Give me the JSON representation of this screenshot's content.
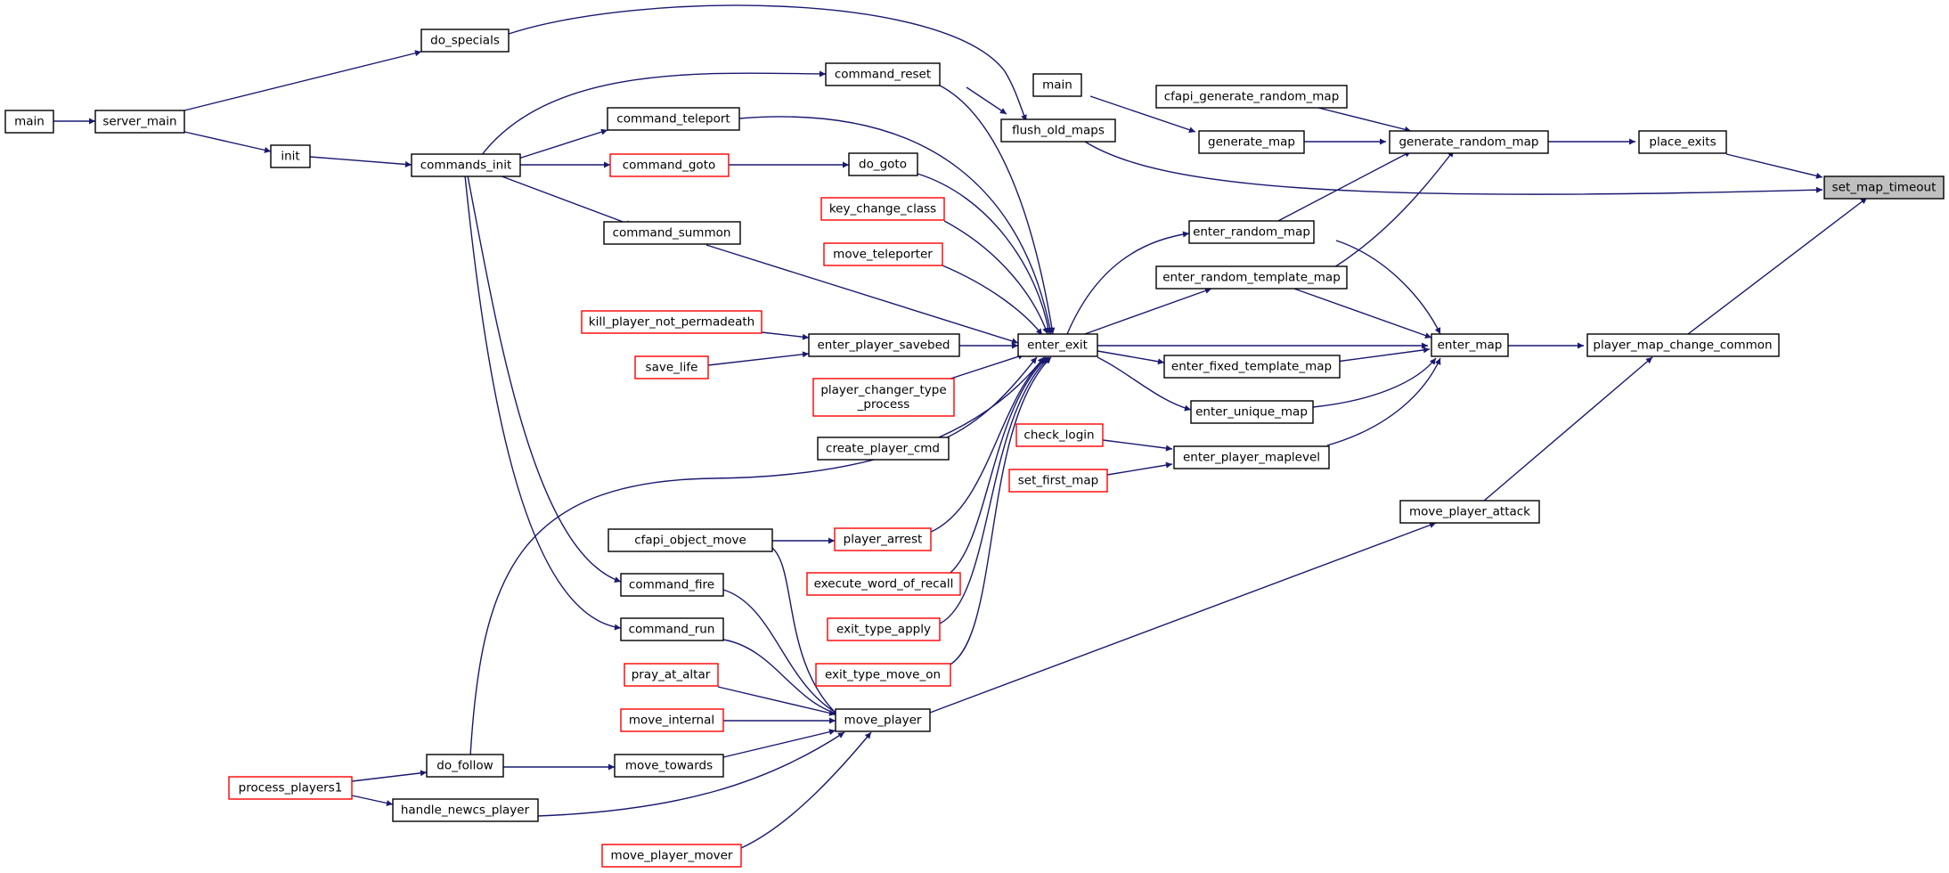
{
  "colors": {
    "edge": "#191970",
    "node_border": "#000000",
    "node_border_truncated": "#ff0000",
    "focus_fill": "#bfbfbf"
  },
  "nodes": {
    "main_a": "main",
    "server_main": "server_main",
    "do_specials": "do_specials",
    "init": "init",
    "commands_init": "commands_init",
    "command_reset": "command_reset",
    "command_teleport": "command_teleport",
    "command_goto": "command_goto",
    "do_goto": "do_goto",
    "key_change_class": "key_change_class",
    "move_teleporter": "move_teleporter",
    "command_summon": "command_summon",
    "kill_player_not_permadeath": "kill_player_not_permadeath",
    "save_life": "save_life",
    "enter_player_savebed": "enter_player_savebed",
    "player_changer_type_line1": "player_changer_type",
    "player_changer_type_line2": "_process",
    "create_player_cmd": "create_player_cmd",
    "cfapi_object_move": "cfapi_object_move",
    "player_arrest": "player_arrest",
    "command_fire": "command_fire",
    "execute_word_of_recall": "execute_word_of_recall",
    "command_run": "command_run",
    "exit_type_apply": "exit_type_apply",
    "pray_at_altar": "pray_at_altar",
    "exit_type_move_on": "exit_type_move_on",
    "move_internal": "move_internal",
    "move_player": "move_player",
    "do_follow": "do_follow",
    "move_towards": "move_towards",
    "process_players1": "process_players1",
    "handle_newcs_player": "handle_newcs_player",
    "move_player_mover": "move_player_mover",
    "main_b": "main",
    "flush_old_maps": "flush_old_maps",
    "cfapi_generate_random_map": "cfapi_generate_random_map",
    "generate_map": "generate_map",
    "generate_random_map": "generate_random_map",
    "place_exits": "place_exits",
    "set_map_timeout": "set_map_timeout",
    "enter_exit": "enter_exit",
    "enter_random_map": "enter_random_map",
    "enter_random_template_map": "enter_random_template_map",
    "enter_fixed_template_map": "enter_fixed_template_map",
    "enter_unique_map": "enter_unique_map",
    "check_login": "check_login",
    "set_first_map": "set_first_map",
    "enter_player_maplevel": "enter_player_maplevel",
    "enter_map": "enter_map",
    "player_map_change_common": "player_map_change_common",
    "move_player_attack": "move_player_attack"
  }
}
